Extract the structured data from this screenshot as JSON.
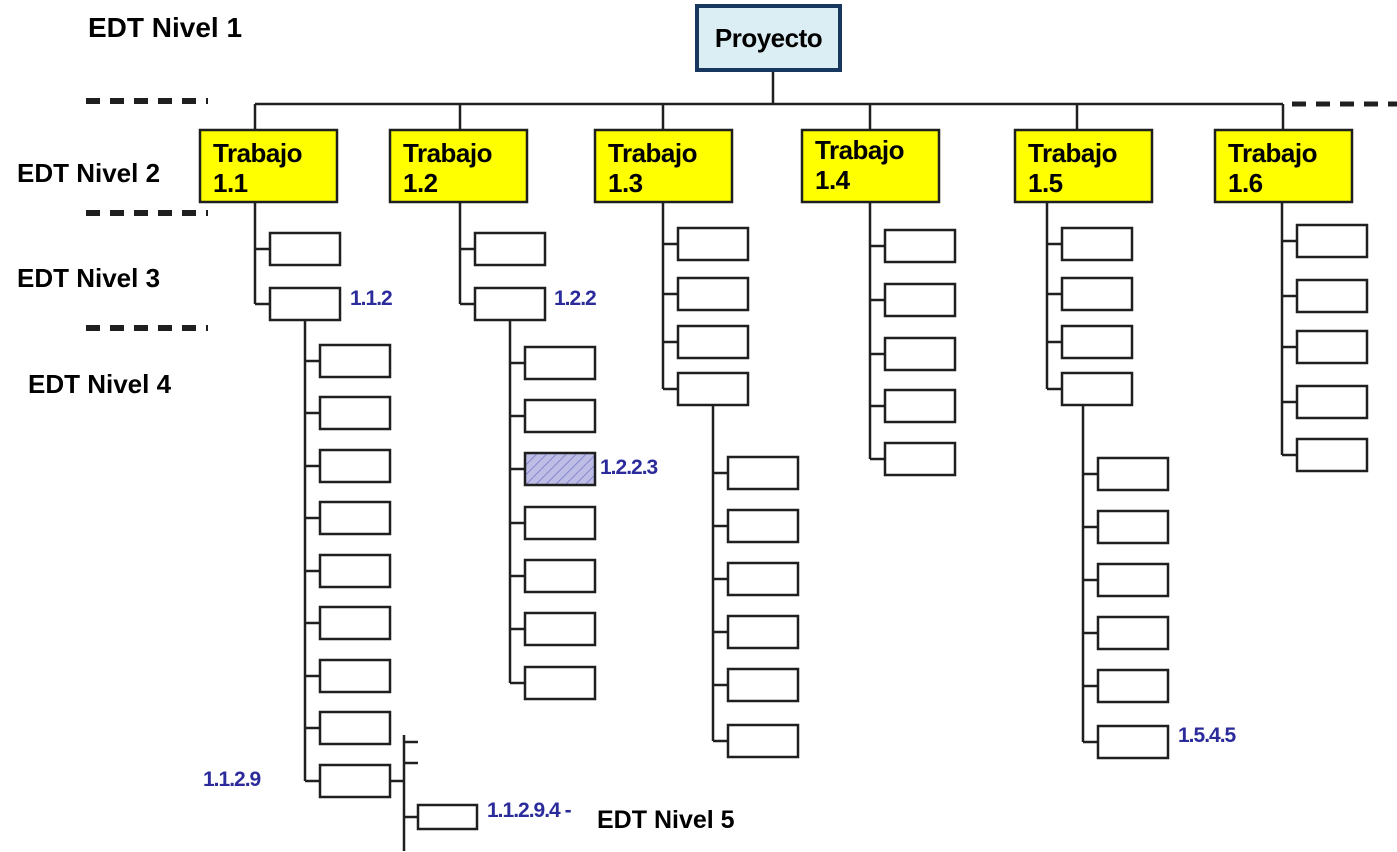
{
  "diagram": {
    "root_label": "Proyecto",
    "level_labels": [
      "EDT Nivel 1",
      "EDT Nivel 2",
      "EDT Nivel 3",
      "EDT Nivel 4",
      "EDT Nivel 5"
    ],
    "columns": [
      {
        "title": "Trabajo",
        "code": "1.1",
        "level3_count": 2,
        "level4_count": 9,
        "level5_tick_count": 2,
        "level5_box_count": 1,
        "annotations": {
          "level3": "1.1.2",
          "level4": "1.1.2.9",
          "level5": "1.1.2.9.4 -"
        }
      },
      {
        "title": "Trabajo",
        "code": "1.2",
        "level3_count": 2,
        "level4_count": 7,
        "highlight_index": 3,
        "annotations": {
          "level3": "1.2.2",
          "highlight": "1.2.2.3"
        }
      },
      {
        "title": "Trabajo",
        "code": "1.3",
        "level3_count": 4,
        "level4_count": 6,
        "annotations": {}
      },
      {
        "title": "Trabajo",
        "code": "1.4",
        "level3_count": 5,
        "level4_count": 0,
        "annotations": {}
      },
      {
        "title": "Trabajo",
        "code": "1.5",
        "level3_count": 4,
        "level4_count": 6,
        "annotations": {
          "level4": "1.5.4.5"
        }
      },
      {
        "title": "Trabajo",
        "code": "1.6",
        "level3_count": 5,
        "level4_count": 0,
        "annotations": {}
      }
    ],
    "colors": {
      "root_fill": "#daeef3",
      "root_border": "#17375e",
      "work_fill": "#ffff00",
      "box_fill": "#ffffff",
      "line": "#1f1f1f",
      "annotation_text": "#2b2b9b",
      "highlight_fill": "#bdbde6",
      "highlight_hatch": "#8787cf"
    }
  }
}
